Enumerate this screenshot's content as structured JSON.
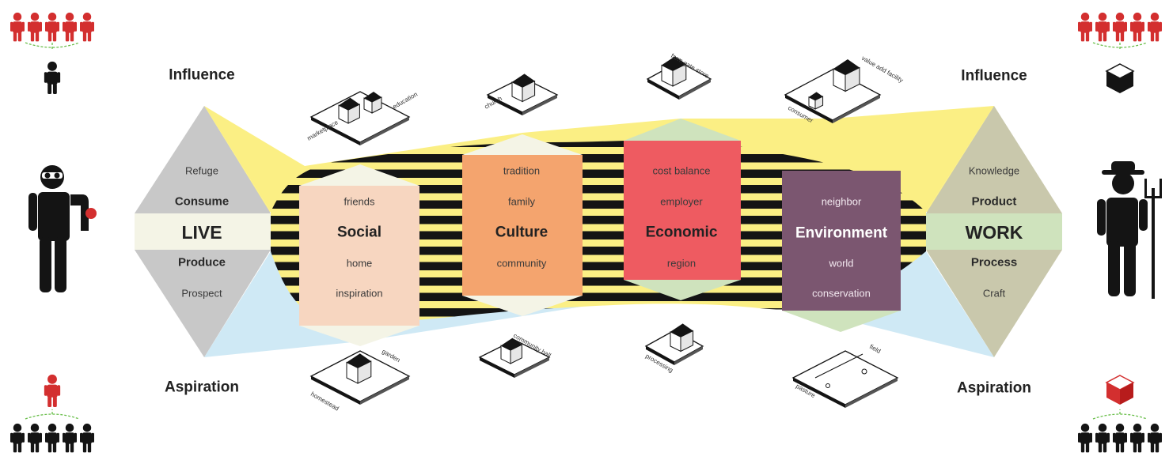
{
  "left": {
    "influence": "Influence",
    "aspiration": "Aspiration",
    "center": "LIVE",
    "items": [
      "Refuge",
      "Consume",
      "Produce",
      "Prospect"
    ]
  },
  "right": {
    "influence": "Influence",
    "aspiration": "Aspiration",
    "center": "WORK",
    "items": [
      "Knowledge",
      "Product",
      "Process",
      "Craft"
    ]
  },
  "boxes": [
    {
      "title": "Social",
      "items": [
        "friends",
        "home",
        "inspiration"
      ],
      "color": "#f7d6c0"
    },
    {
      "title": "Culture",
      "items": [
        "tradition",
        "family",
        "community"
      ],
      "color": "#f4a46e"
    },
    {
      "title": "Economic",
      "items": [
        "cost balance",
        "employer",
        "region"
      ],
      "color": "#ee5b61"
    },
    {
      "title": "Environment",
      "items": [
        "neighbor",
        "world",
        "conservation"
      ],
      "color": "#7b5670"
    }
  ],
  "captions": {
    "top": [
      "education",
      "marketplace",
      "church",
      "farm gate store",
      "value add facility",
      "consumer"
    ],
    "bottom": [
      "garden",
      "homestead",
      "community hall",
      "processing",
      "field",
      "pasture"
    ]
  },
  "colors": {
    "yellow": "#fbef84",
    "blue": "#cfe9f5",
    "grey": "#c8c8c8",
    "green": "#cfe3bd",
    "olive": "#c9c8ac",
    "cream": "#f4f4e6",
    "red": "#d32f2f",
    "black": "#141414"
  }
}
